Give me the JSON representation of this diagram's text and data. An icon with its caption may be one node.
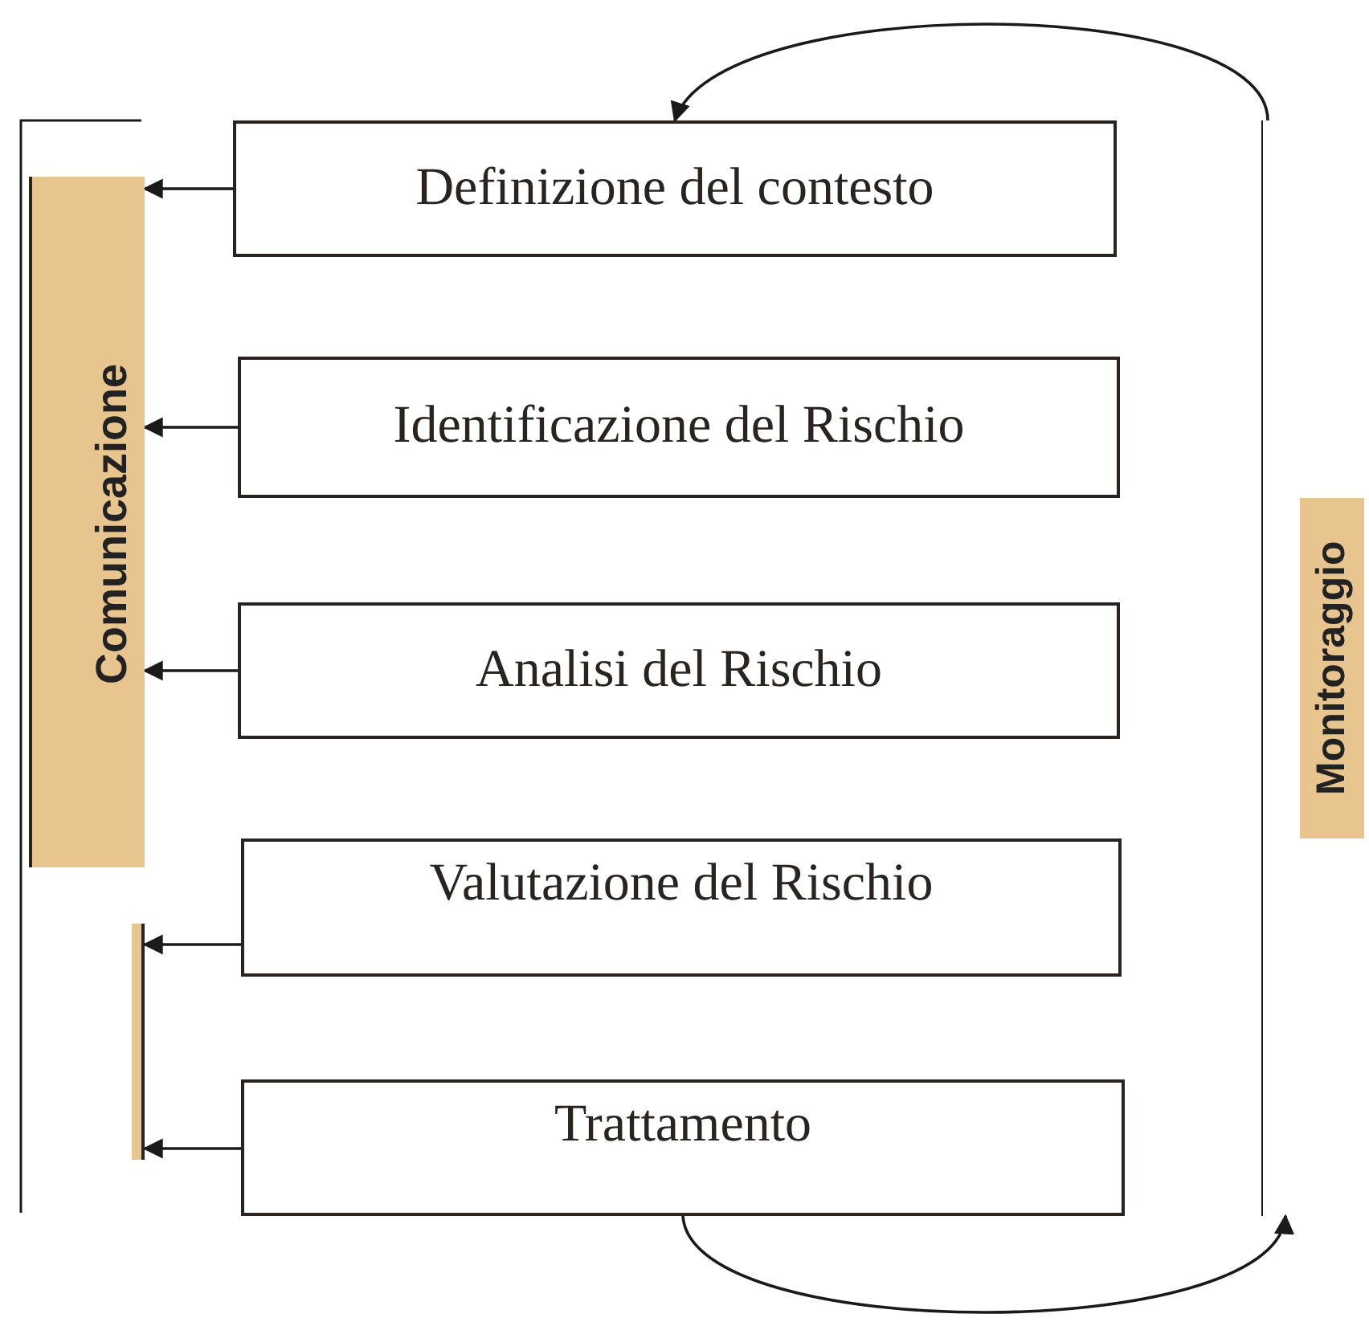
{
  "diagram": {
    "nodes": [
      {
        "text": [
          "Comunicazione"
        ]
      },
      {
        "text": [
          "Definizione del contesto"
        ]
      },
      {
        "text": [
          "Identificazione del Rischio"
        ]
      },
      {
        "text": [
          "Analisi del Rischio"
        ]
      },
      {
        "text": [
          "Valutazione del Rischio"
        ]
      },
      {
        "text": [
          "Trattamento"
        ]
      },
      {
        "text": [
          "Monitoraggio"
        ]
      }
    ],
    "edges": [
      {
        "from": 1,
        "to": 0,
        "arrow": "to"
      },
      {
        "from": 2,
        "to": 0,
        "arrow": "to"
      },
      {
        "from": 3,
        "to": 0,
        "arrow": "to"
      },
      {
        "from": 4,
        "to": 0,
        "arrow": "to"
      },
      {
        "from": 5,
        "to": 0,
        "arrow": "to"
      },
      {
        "from": 6,
        "to": 1,
        "arrow": "to"
      },
      {
        "from": 5,
        "to": 6,
        "arrow": "to"
      }
    ]
  }
}
